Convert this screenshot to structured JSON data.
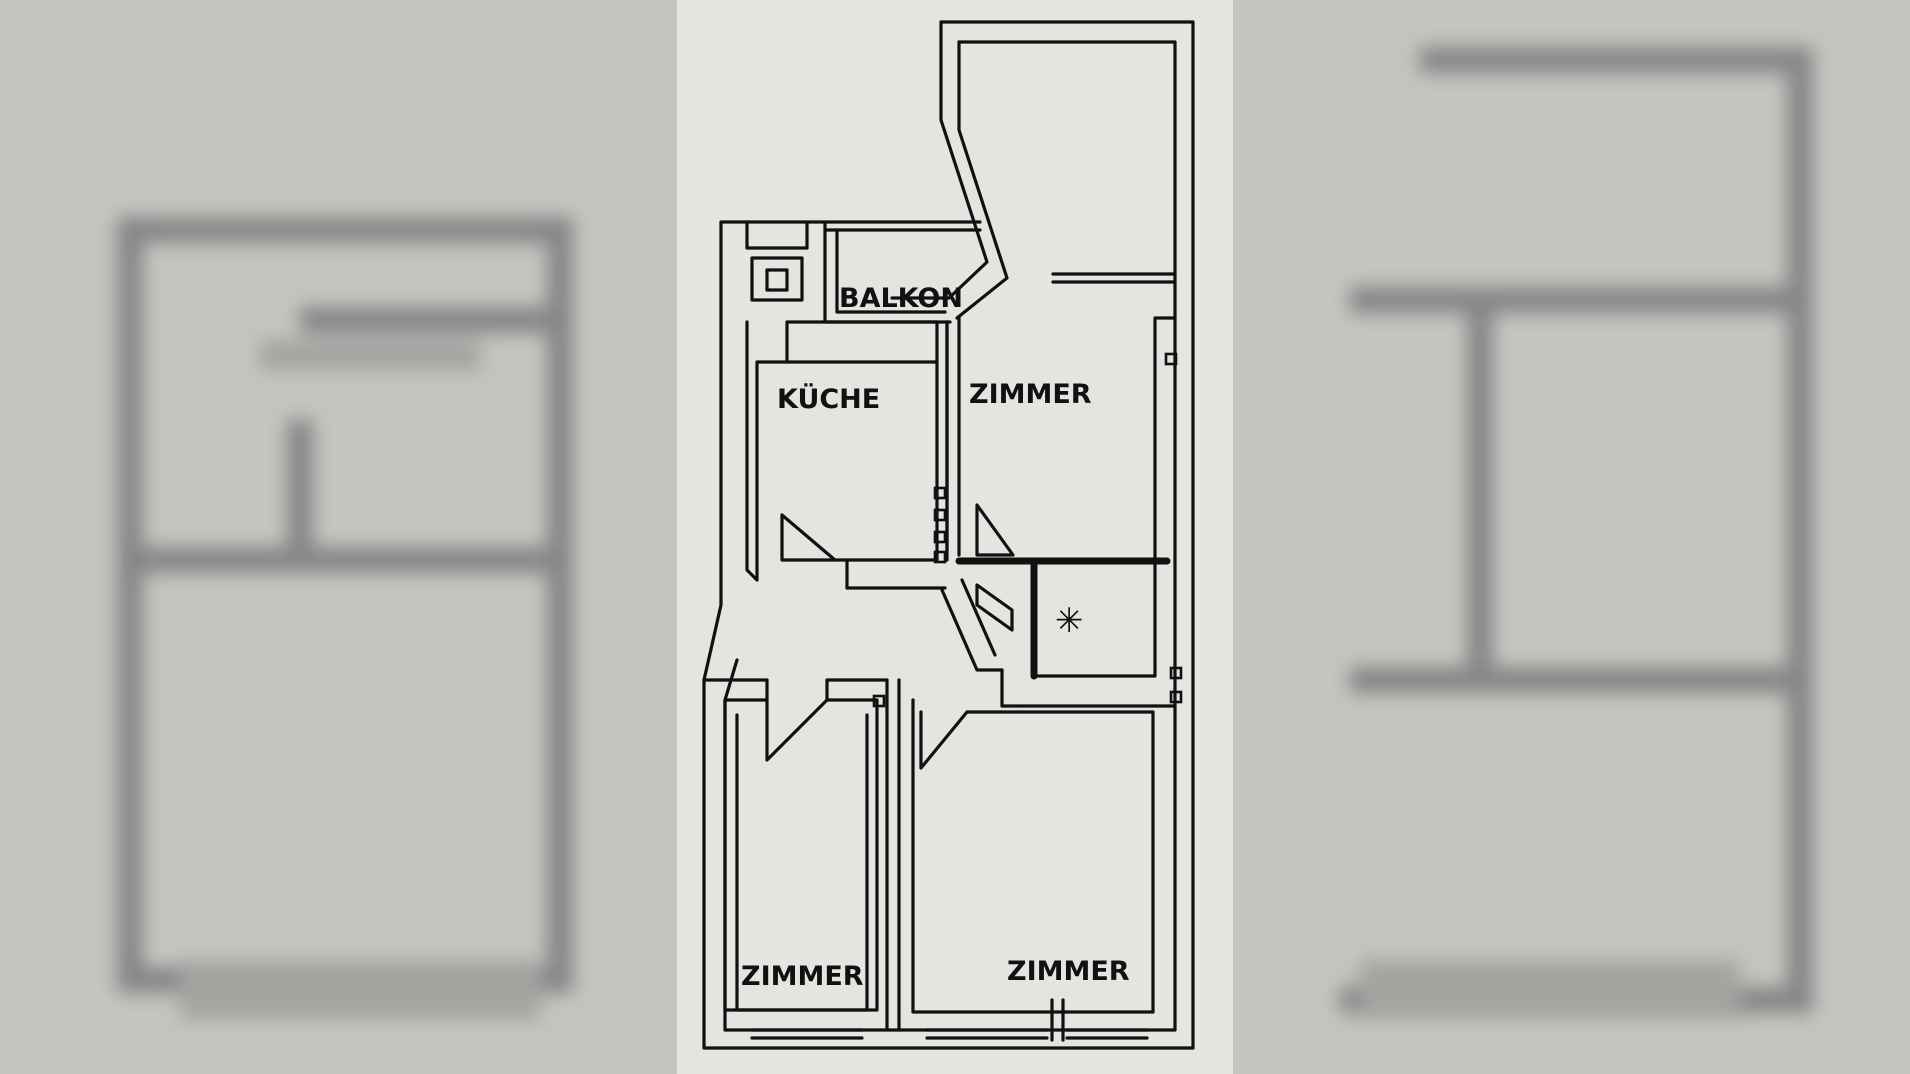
{
  "rooms": {
    "balkon": "BALKON",
    "kueche": "KÜCHE",
    "zimmer_top": "ZIMMER",
    "zimmer_bottom_left": "ZIMMER",
    "zimmer_bottom_right": "ZIMMER",
    "storage_mark": "✳"
  },
  "colors": {
    "line": "#111111",
    "paper": "#e4e4e1",
    "background": "#c4c4c1"
  }
}
